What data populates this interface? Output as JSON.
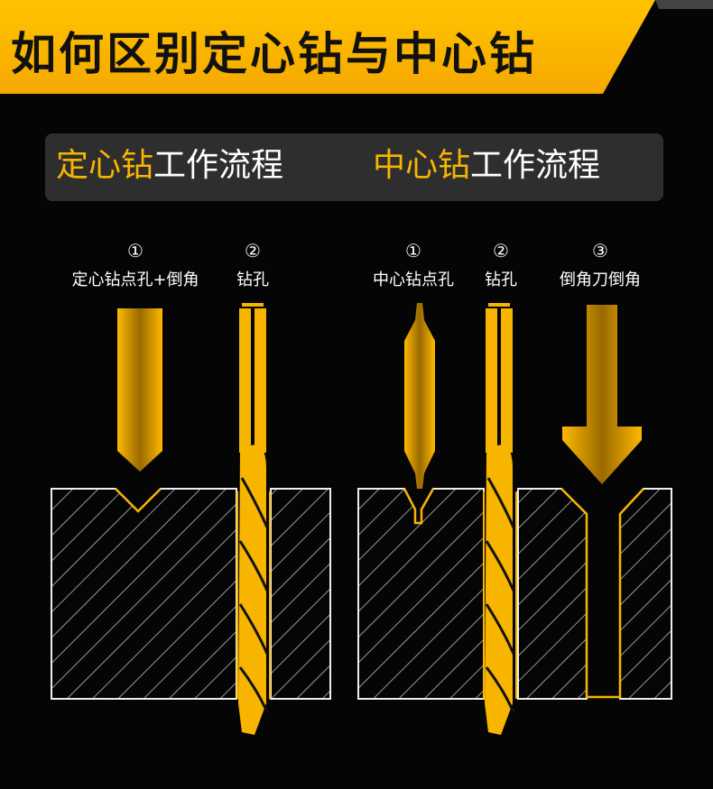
{
  "banner": {
    "title": "如何区别定心钻与中心钻"
  },
  "subtitle": {
    "left": {
      "highlight": "定心钻",
      "rest": "工作流程"
    },
    "right": {
      "highlight": "中心钻",
      "rest": "工作流程"
    }
  },
  "colors": {
    "accent": "#f7b500",
    "background": "#050505",
    "panel": "#2e2e2e",
    "text": "#ffffff"
  },
  "steps": [
    {
      "num": "①",
      "label": "定心钻点孔+倒角"
    },
    {
      "num": "②",
      "label": "钻孔"
    },
    {
      "num": "①",
      "label": "中心钻点孔"
    },
    {
      "num": "②",
      "label": "钻孔"
    },
    {
      "num": "③",
      "label": "倒角刀倒角"
    }
  ]
}
